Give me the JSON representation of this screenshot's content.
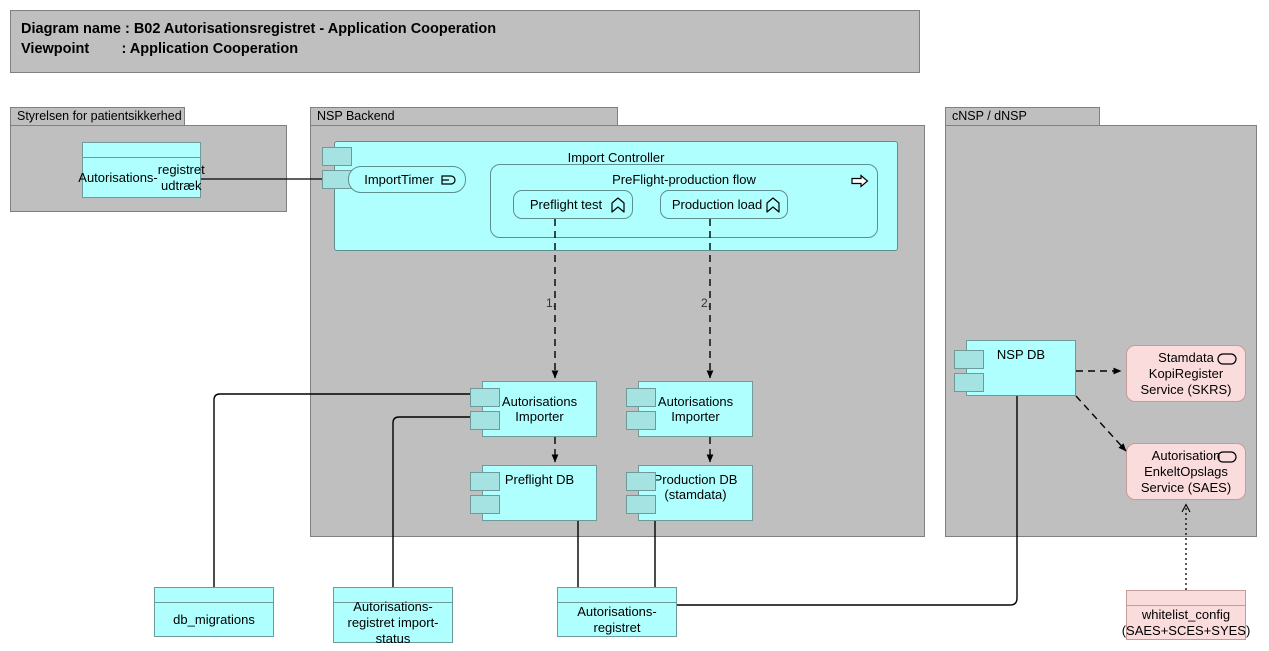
{
  "title": {
    "line1": "Diagram name : B02 Autorisationsregistret - Application Cooperation",
    "line2": "Viewpoint        : Application Cooperation"
  },
  "groups": [
    {
      "id": "styrelsen",
      "label": "Styrelsen for patientsikkerhed"
    },
    {
      "id": "nsp-backend",
      "label": "NSP Backend"
    },
    {
      "id": "cnsp-dnsp",
      "label": "cNSP / dNSP"
    }
  ],
  "components": {
    "udtraek": {
      "label": "Autorisations-\nregistret udtræk"
    },
    "import_controller": {
      "label": "Import Controller"
    },
    "import_timer": {
      "label": "ImportTimer",
      "icon": "event-icon"
    },
    "preflight_flow": {
      "label": "PreFlight-production flow",
      "icon": "process-arrow-icon"
    },
    "preflight_test": {
      "label": "Preflight test",
      "icon": "function-chevron-icon"
    },
    "production_load": {
      "label": "Production load",
      "icon": "function-chevron-icon"
    },
    "importer_left": {
      "label": "Autorisations\nImporter"
    },
    "importer_right": {
      "label": "Autorisations\nImporter"
    },
    "preflight_db": {
      "label": "Preflight DB"
    },
    "production_db": {
      "label": "Production DB\n(stamdata)"
    },
    "nsp_db": {
      "label": "NSP DB"
    }
  },
  "artifacts": {
    "db_migrations": {
      "label": "db_migrations"
    },
    "import_status": {
      "label": "Autorisations-\nregistret import-\nstatus"
    },
    "autorisationsregistret": {
      "label": "Autorisations-\nregistret"
    },
    "whitelist_config": {
      "label": "whitelist_config\n(SAES+SCES+SYES)"
    }
  },
  "services": {
    "skrs": {
      "label": "Stamdata\nKopiRegister\nService (SKRS)",
      "icon": "service-oval-icon"
    },
    "saes": {
      "label": "Autorisation\nEnkeltOpslags\nService (SAES)",
      "icon": "service-oval-icon"
    }
  },
  "sequence_labels": [
    {
      "text": "1."
    },
    {
      "text": "2."
    }
  ],
  "colors": {
    "application_fill": "#b0ffff",
    "application_stroke": "#6f9a9a",
    "group_fill": "#bfbfbf",
    "group_stroke": "#808080",
    "service_fill": "#fbdcdc",
    "service_stroke": "#c79a9a",
    "port_fill": "#a5e2e2",
    "line": "#000000"
  }
}
